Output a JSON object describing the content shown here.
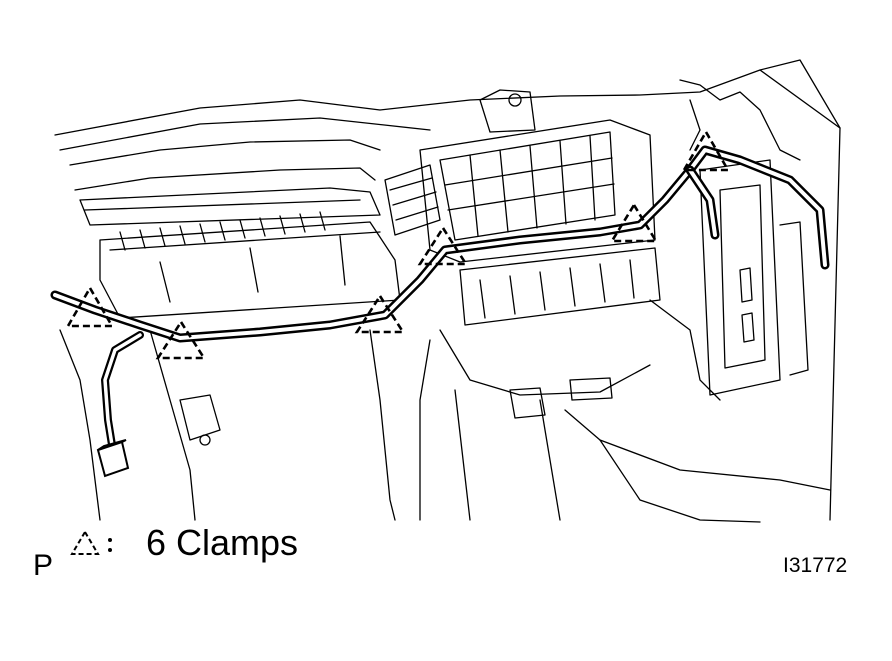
{
  "legend": {
    "position_mark": "P",
    "clamps_label": "6 Clamps"
  },
  "figure_id": "I31772",
  "colors": {
    "ink": "#000000",
    "paper": "#ffffff"
  },
  "icons": {
    "clamp": "dashed-triangle-icon",
    "connector": "connector-plug-icon"
  }
}
